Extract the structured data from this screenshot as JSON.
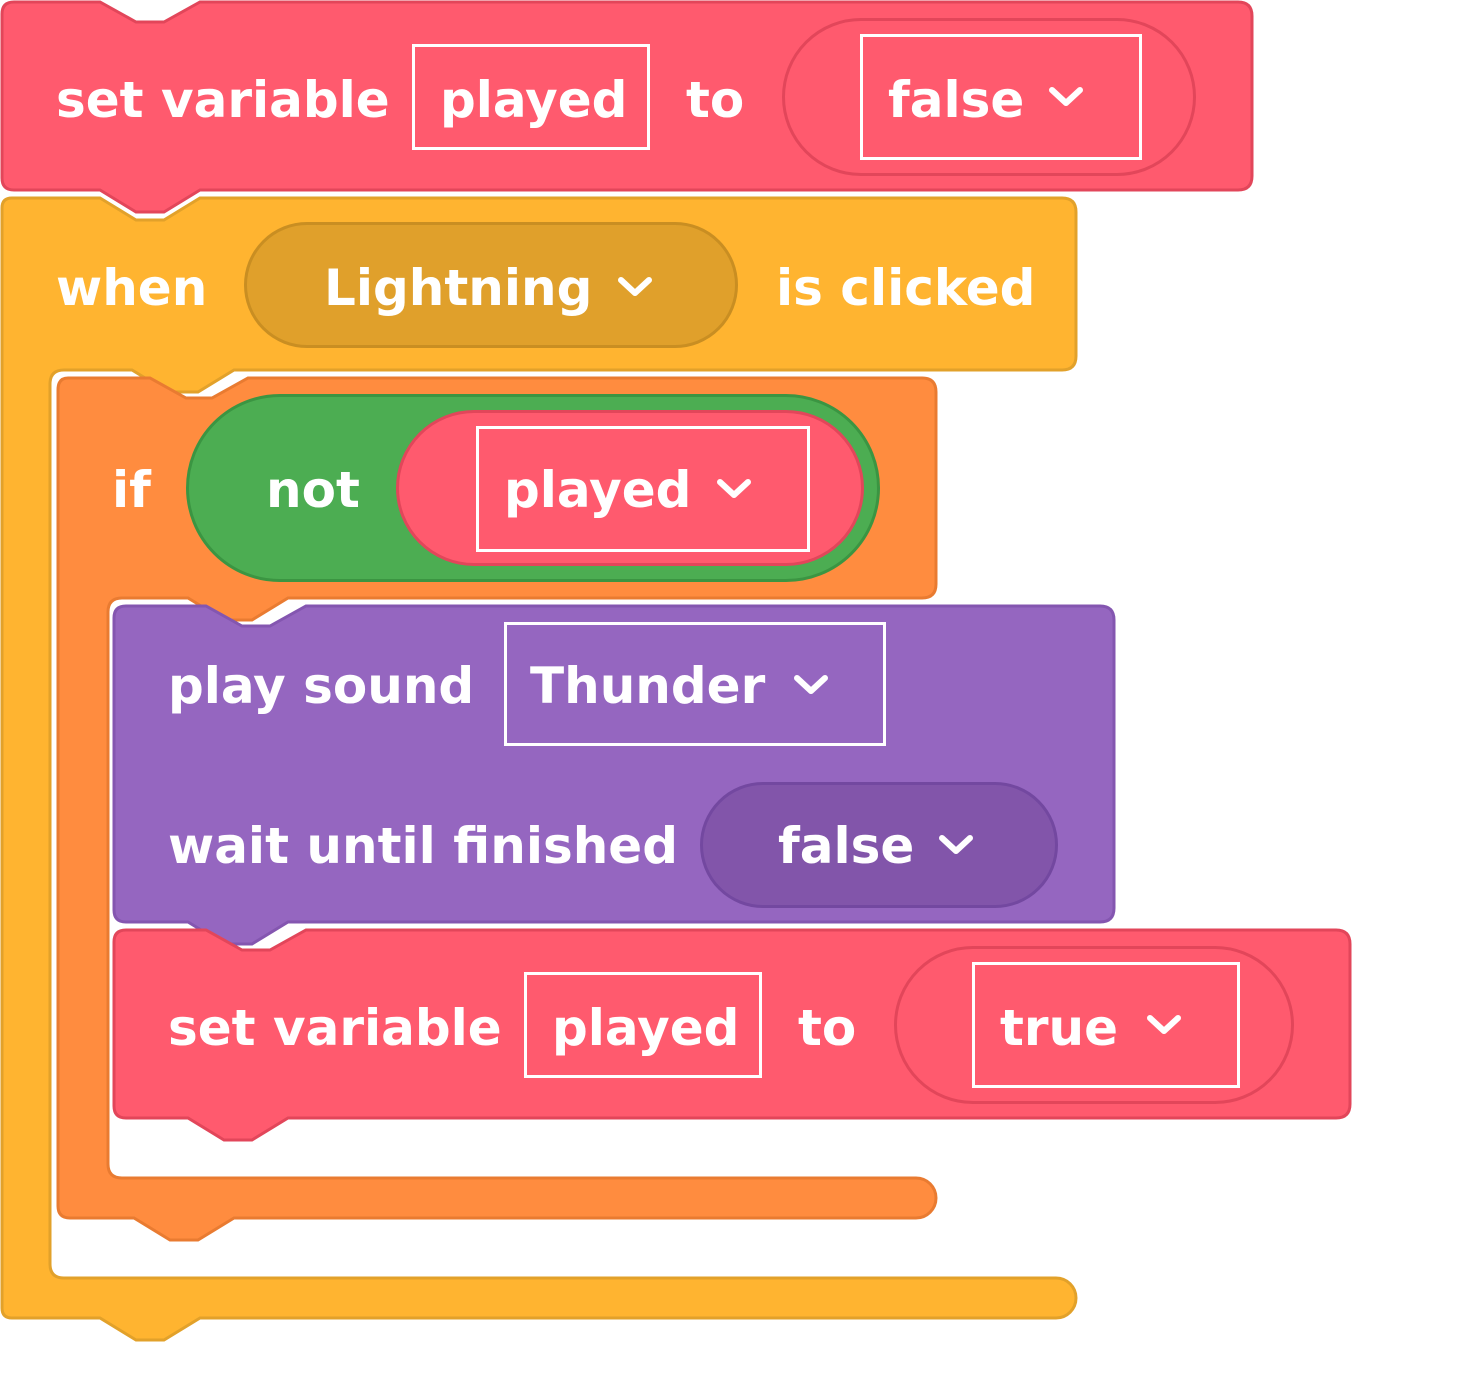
{
  "workspace": {
    "set_played_false": {
      "label": "set variable",
      "variable": "played",
      "to_label": "to",
      "value": "false"
    },
    "when_clicked": {
      "label": "when",
      "sprite": "Lightning",
      "suffix": "is clicked"
    },
    "if_block": {
      "label": "if",
      "not_label": "not",
      "variable": "played"
    },
    "play_sound": {
      "label": "play sound",
      "sound": "Thunder",
      "wait_label": "wait until finished",
      "wait_value": "false"
    },
    "set_played_true": {
      "label": "set variable",
      "variable": "played",
      "to_label": "to",
      "value": "true"
    }
  },
  "colors": {
    "variables": "#FF5A6E",
    "variables_border": "#E2465A",
    "events": "#FFB430",
    "events_border": "#E2A12A",
    "events_dropdown": "#E0A02B",
    "control": "#FF8C3F",
    "control_border": "#E97B31",
    "operators": "#4CAD52",
    "operators_border": "#3B9542",
    "sound": "#9566C0",
    "sound_border": "#8456B0",
    "sound_dropdown": "#8255AA"
  },
  "icons": {
    "dropdown": "chevron-down-icon"
  }
}
